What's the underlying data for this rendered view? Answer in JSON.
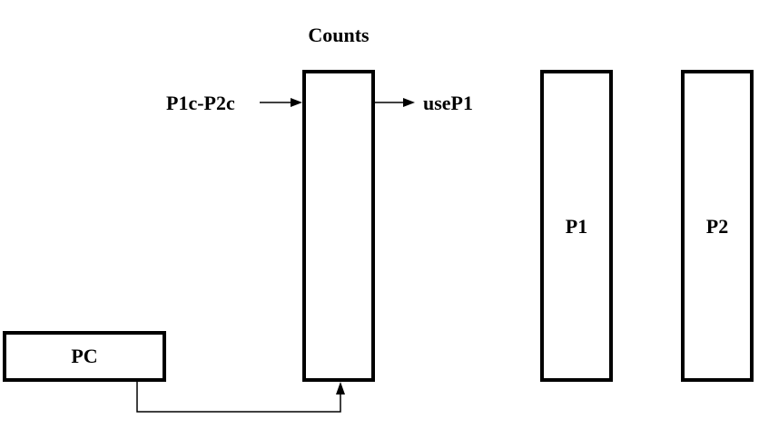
{
  "diagram": {
    "counts": {
      "title": "Counts",
      "input_label": "P1c-P2c",
      "output_label": "useP1"
    },
    "pc": {
      "label": "PC"
    },
    "p1": {
      "label": "P1"
    },
    "p2": {
      "label": "P2"
    },
    "colors": {
      "stroke": "#000000",
      "background": "#ffffff"
    }
  }
}
